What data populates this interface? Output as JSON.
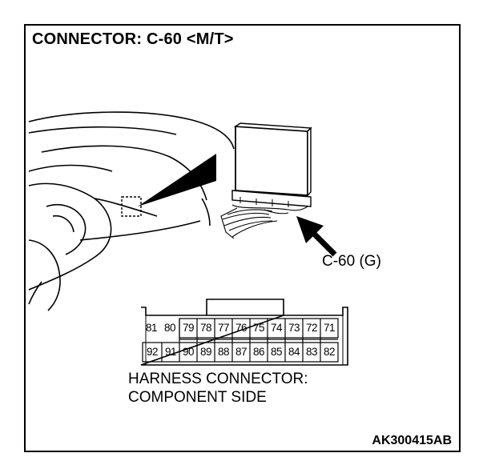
{
  "title": "CONNECTOR: C-60 <M/T>",
  "callout_label": "C-60 (G)",
  "connector": {
    "top_row": [
      "81",
      "80",
      "79",
      "78",
      "77",
      "76",
      "75",
      "74",
      "73",
      "72",
      "71"
    ],
    "bottom_row": [
      "92",
      "91",
      "90",
      "89",
      "88",
      "87",
      "86",
      "85",
      "84",
      "83",
      "82"
    ]
  },
  "caption": {
    "line1": "HARNESS CONNECTOR:",
    "line2": "COMPONENT SIDE"
  },
  "figure_code": "AK300415AB"
}
